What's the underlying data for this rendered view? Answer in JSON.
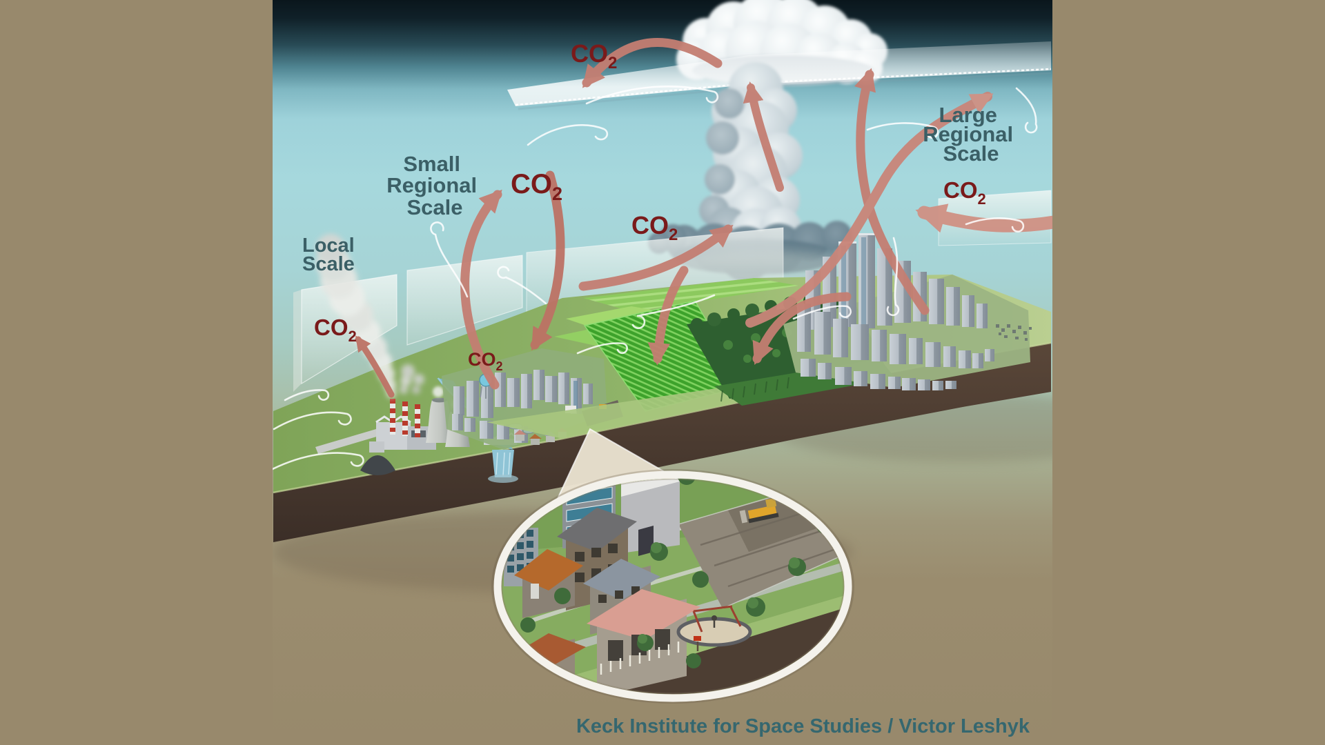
{
  "artwork": {
    "credit": "Keck Institute for Space Studies / Victor Leshyk",
    "labels": {
      "local_scale": {
        "line1": "Local",
        "line2": "Scale"
      },
      "small_regional_scale": {
        "line1": "Small",
        "line2": "Regional",
        "line3": "Scale"
      },
      "large_regional_scale": {
        "line1": "Large",
        "line2": "Regional",
        "line3": "Scale"
      }
    },
    "co2_label": {
      "main": "CO",
      "sub": "2"
    },
    "colors": {
      "page_background": "#98896c",
      "sky_top": "#0a161c",
      "sky_light": "#a6d6dc",
      "co2_text": "#7a1a1a",
      "scale_text": "#3b5f66",
      "credit_text": "#35676f",
      "arrow": "#c47e72",
      "arrow_light": "#d09184",
      "platform_green": "#8fb368",
      "platform_front": "#4a3a30",
      "crop_field_green": "#46a832",
      "forest_green": "#2e5f30",
      "river_blue": "#79b7cc",
      "cloud_light": "#eef3f4",
      "cloud_base_dark": "#5f7a88",
      "smokestack_red": "#b93a2c"
    }
  }
}
